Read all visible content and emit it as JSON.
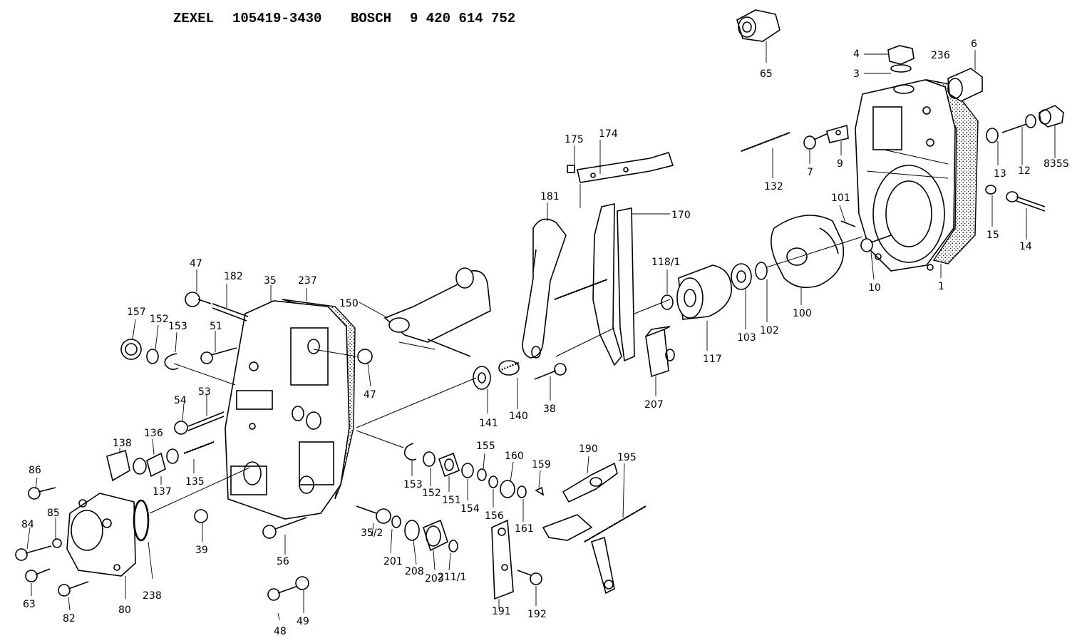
{
  "header": {
    "brand1": "ZEXEL",
    "code1": "105419-3430",
    "brand2": "BOSCH",
    "code2": "9 420 614 752"
  },
  "labels": {
    "l65": "65",
    "l4": "4",
    "l3": "3",
    "l236": "236",
    "l6": "6",
    "l132": "132",
    "l7": "7",
    "l9": "9",
    "l13": "13",
    "l12": "12",
    "l835s": "835S",
    "l175": "175",
    "l174": "174",
    "l181": "181",
    "l170": "170",
    "l101": "101",
    "l15": "15",
    "l14": "14",
    "l10": "10",
    "l1": "1",
    "l118": "118/1",
    "l47a": "47",
    "l182": "182",
    "l35": "35",
    "l237": "237",
    "l150": "150",
    "l157": "157",
    "l152a": "152",
    "l153a": "153",
    "l51": "51",
    "l47b": "47",
    "l117": "117",
    "l103": "103",
    "l102": "102",
    "l100": "100",
    "l54": "54",
    "l53": "53",
    "l141": "141",
    "l140": "140",
    "l38": "38",
    "l207": "207",
    "l138": "138",
    "l136": "136",
    "l137": "137",
    "l135": "135",
    "l155": "155",
    "l160": "160",
    "l190": "190",
    "l195": "195",
    "l159": "159",
    "l86": "86",
    "l153b": "153",
    "l152b": "152",
    "l151": "151",
    "l154": "154",
    "l156": "156",
    "l161": "161",
    "l84": "84",
    "l85": "85",
    "l39": "39",
    "l352": "35/2",
    "l201": "201",
    "l208": "208",
    "l203": "203",
    "l211": "211/1",
    "l56": "56",
    "l238": "238",
    "l63": "63",
    "l80": "80",
    "l82": "82",
    "l191": "191",
    "l192": "192",
    "l48": "48",
    "l49": "49"
  }
}
